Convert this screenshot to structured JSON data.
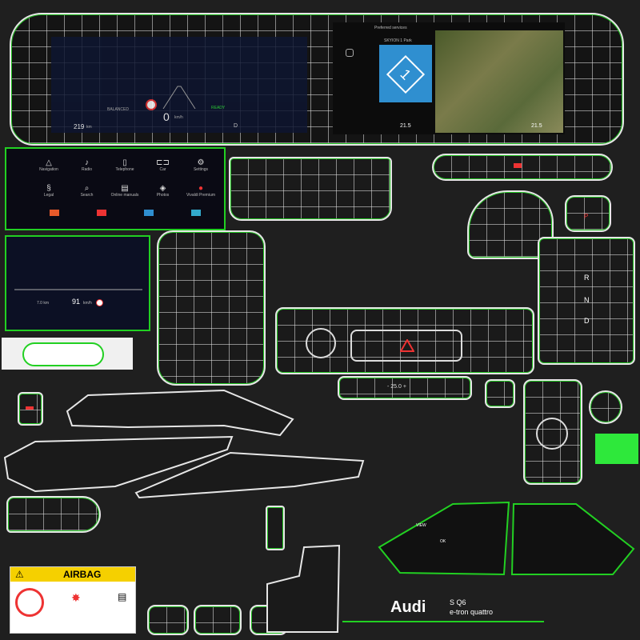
{
  "dashboard": {
    "drive_label": "BALANCED",
    "speed_value": "0",
    "speed_unit": "km/h",
    "range_value": "219",
    "range_unit": "km",
    "ready_label": "READY",
    "gear": "D",
    "nav_header": "Preferred services",
    "nav_route": "SKYION 1 Park",
    "nav_sign": "1",
    "temp_left": "21.5",
    "temp_right": "21.5"
  },
  "menu": {
    "items_row1": [
      "Navigation",
      "Radio",
      "Telephone",
      "Car",
      "Settings"
    ],
    "items_row2": [
      "Legal",
      "Search",
      "Online manuals",
      "Photos",
      "Vivaldi Premium"
    ]
  },
  "hud": {
    "left_value": "7.0 km",
    "speed": "91",
    "unit": "km/h"
  },
  "climate": {
    "temp_display": "- 25.0 +"
  },
  "gear_selector": {
    "letters": [
      "R",
      "N",
      "D"
    ],
    "park": "P"
  },
  "steering_buttons": {
    "view": "VIEW",
    "ok": "OK"
  },
  "airbag_label": {
    "title": "AIRBAG"
  },
  "badge": {
    "brand": "Audi",
    "model": "S Q6",
    "sub": "e-tron quattro"
  },
  "colors": {
    "wire": "#e6e6e6",
    "uv_edge": "#22d022",
    "bg": "#1f1f1f",
    "accent_green": "#2ee83b",
    "airbag_yellow": "#f5d000",
    "nav_blue": "#2f8fd0"
  }
}
